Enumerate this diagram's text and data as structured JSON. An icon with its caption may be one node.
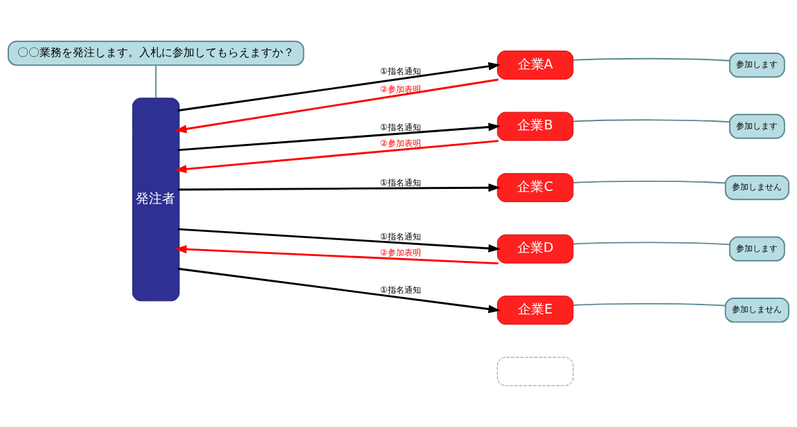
{
  "diagram": {
    "nodes": [
      {
        "text": [
          "発注者"
        ]
      },
      {
        "text": [
          "〇〇業務を発注します。入札に参加してもらえますか？"
        ]
      },
      {
        "text": [
          "企業A"
        ]
      },
      {
        "text": [
          "参加します"
        ]
      },
      {
        "text": [
          "企業B"
        ]
      },
      {
        "text": [
          "参加します"
        ]
      },
      {
        "text": [
          "企業C"
        ]
      },
      {
        "text": [
          "参加しません"
        ]
      },
      {
        "text": [
          "企業D"
        ]
      },
      {
        "text": [
          "参加します"
        ]
      },
      {
        "text": [
          "企業E"
        ]
      },
      {
        "text": [
          "参加しません"
        ]
      },
      {
        "text": [],
        "shape": "box"
      }
    ],
    "edges": [
      {
        "from": 1,
        "to": 0,
        "arrow": "none",
        "color": "#5a8a90"
      },
      {
        "from": 0,
        "to": 2,
        "arrow": "to",
        "label": "①指名通知",
        "color": "#000000"
      },
      {
        "from": 2,
        "to": 0,
        "arrow": "to",
        "label": "②参加表明",
        "color": "#ff0000"
      },
      {
        "from": 3,
        "to": 2,
        "arrow": "none",
        "color": "#5a8a90"
      },
      {
        "from": 0,
        "to": 4,
        "arrow": "to",
        "label": "①指名通知",
        "color": "#000000"
      },
      {
        "from": 4,
        "to": 0,
        "arrow": "to",
        "label": "②参加表明",
        "color": "#ff0000"
      },
      {
        "from": 5,
        "to": 4,
        "arrow": "none",
        "color": "#5a8a90"
      },
      {
        "from": 0,
        "to": 6,
        "arrow": "to",
        "label": "①指名通知",
        "color": "#000000"
      },
      {
        "from": 7,
        "to": 6,
        "arrow": "none",
        "color": "#5a8a90"
      },
      {
        "from": 0,
        "to": 8,
        "arrow": "to",
        "label": "①指名通知",
        "color": "#000000"
      },
      {
        "from": 8,
        "to": 0,
        "arrow": "to",
        "label": "②参加表明",
        "color": "#ff0000"
      },
      {
        "from": 9,
        "to": 8,
        "arrow": "none",
        "color": "#5a8a90"
      },
      {
        "from": 0,
        "to": 10,
        "arrow": "to",
        "label": "①指名通知",
        "color": "#000000"
      },
      {
        "from": 11,
        "to": 10,
        "arrow": "none",
        "color": "#5a8a90"
      }
    ]
  }
}
